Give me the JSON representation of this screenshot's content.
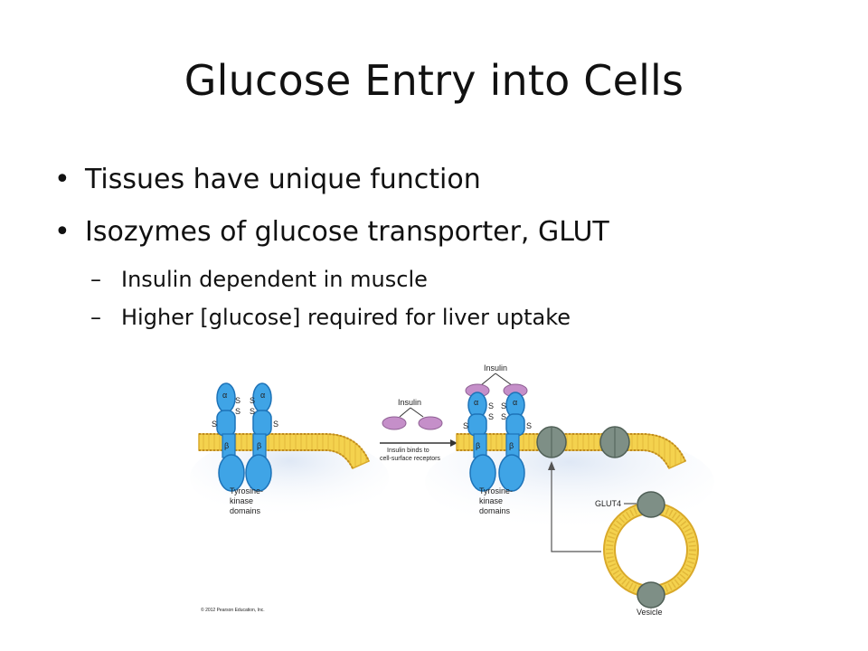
{
  "slide": {
    "title": "Glucose Entry into Cells",
    "bullets": [
      {
        "text": "Tissues have unique function"
      },
      {
        "text": "Isozymes of glucose transporter, GLUT"
      }
    ],
    "sub_bullets": [
      {
        "text": "Insulin dependent in muscle"
      },
      {
        "text": " Higher [glucose] required for liver uptake"
      }
    ],
    "bullet_glyph": "•",
    "dash_glyph": "–"
  },
  "figure": {
    "labels": {
      "insulin_top": "Insulin",
      "insulin_middle": "Insulin",
      "arrow_caption_line1": "Insulin binds to",
      "arrow_caption_line2": "cell-surface receptors",
      "tk_left_1": "Tyrosine-",
      "tk_left_2": "kinase",
      "tk_left_3": "domains",
      "tk_right_1": "Tyrosine-",
      "tk_right_2": "kinase",
      "tk_right_3": "domains",
      "glut4": "GLUT4",
      "vesicle": "Vesicle",
      "copyright": "© 2012 Pearson Education, Inc.",
      "s": "S",
      "alpha": "α",
      "beta": "β"
    },
    "colors": {
      "membrane": "#f4d24e",
      "membrane_edge": "#d9a92a",
      "receptor": "#3fa4e6",
      "receptor_dark": "#1d73b8",
      "insulin": "#c58fc9",
      "glut": "#7e8f86",
      "glut_dark": "#4f5f56",
      "shadow": "#d6e4f3"
    }
  }
}
